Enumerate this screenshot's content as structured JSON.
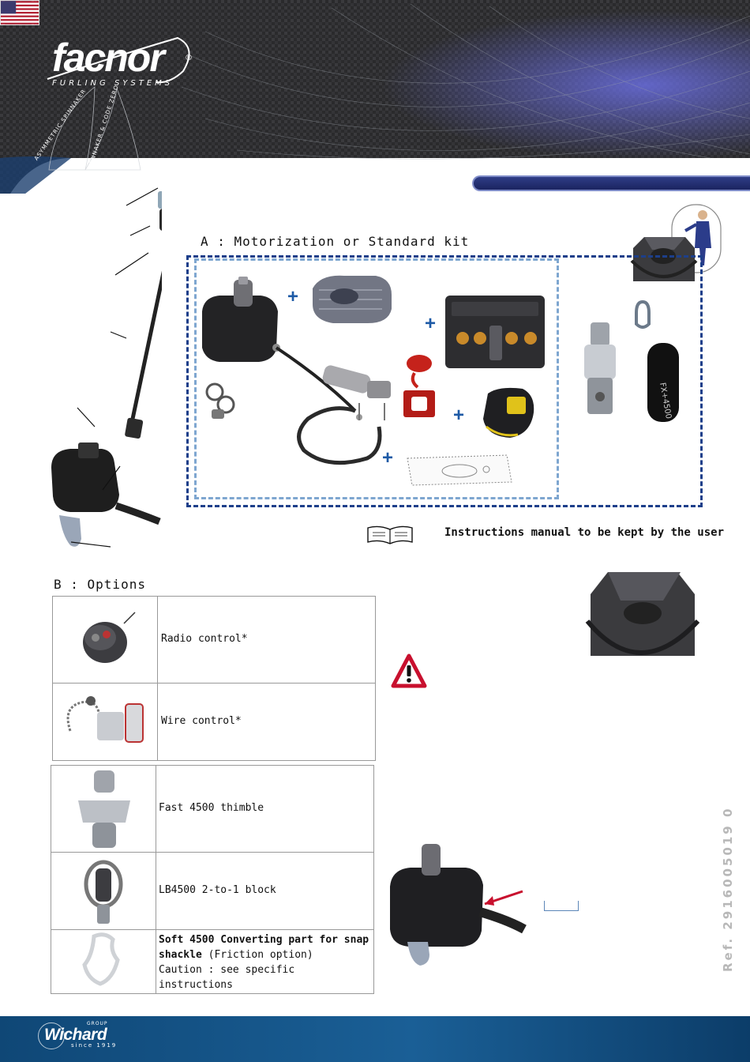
{
  "brand": {
    "name": "facnor",
    "registered": "®",
    "subtitle": "FURLING SYSTEMS",
    "sail_label_1": "ASYMMETRIC SPINNAKER",
    "sail_label_2": "GENNAKER & CODE ZERO"
  },
  "colors": {
    "kit_border": "#1d3f8a",
    "inner_border": "#7ea6d0",
    "plus": "#1d5aa6",
    "warning": "#c8102e",
    "footer": "#1a5f96"
  },
  "section_a": {
    "title": "A : Motorization or Standard kit",
    "plus_signs": [
      "+",
      "+",
      "+",
      "+"
    ]
  },
  "manual": {
    "icon": "book-icon",
    "text": "Instructions manual to be kept by the user"
  },
  "section_b": {
    "title": "B : Options",
    "options": [
      {
        "label": "Radio control*",
        "icon": "radio-remote-icon"
      },
      {
        "label": "Wire control*",
        "icon": "wire-remote-icon"
      },
      {
        "label": "Fast 4500 thimble",
        "icon": "thimble-icon"
      },
      {
        "label": "LB4500 2-to-1 block",
        "icon": "block-icon"
      },
      {
        "label_bold": " Soft 4500 Converting part for snap shackle",
        "label_normal": " (Friction option)",
        "caution": "Caution : see specific instructions",
        "icon": "converting-part-icon"
      }
    ]
  },
  "warning": {
    "icon": "warning-triangle-icon"
  },
  "reference": "Ref. 2916005019 0",
  "footer": {
    "group": "GROUP",
    "name": "Wichard",
    "since": "since 1919"
  }
}
